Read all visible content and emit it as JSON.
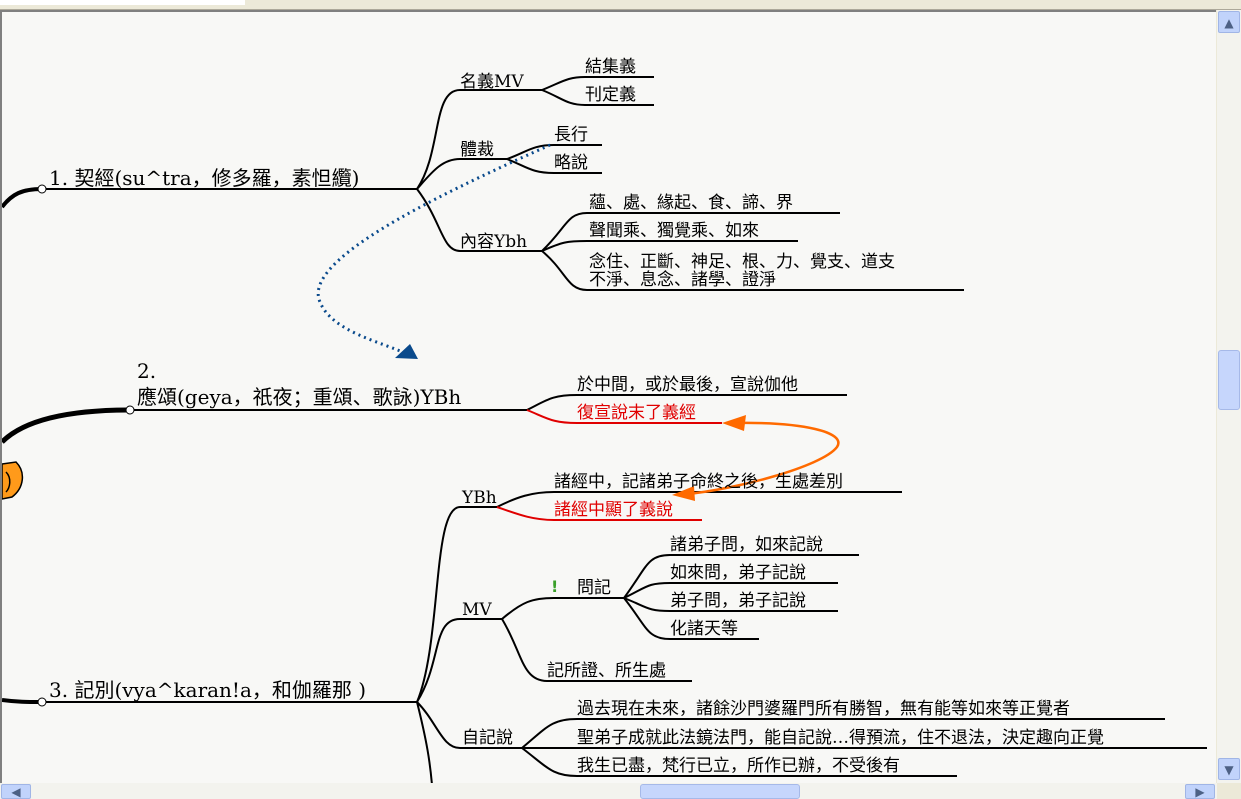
{
  "mindmap": {
    "node1": {
      "label": "1. 契經(su^tra，修多羅，素怛纜)",
      "children": [
        {
          "label": "名義MV",
          "children": [
            "結集義",
            "刊定義"
          ]
        },
        {
          "label": "體裁",
          "children": [
            "長行",
            "略說"
          ]
        },
        {
          "label": "內容Ybh",
          "children": [
            "蘊、處、緣起、食、諦、界",
            "聲聞乘、獨覺乘、如來",
            "念住、正斷、神足、根、力、覺支、道支\n不淨、息念、諸學、證淨"
          ]
        }
      ]
    },
    "node2": {
      "number": "2.",
      "label": "應頌(geya，祇夜；重頌、歌詠)YBh",
      "children": [
        "於中間，或於最後，宣說伽他",
        "復宣說末了義經"
      ]
    },
    "node3": {
      "label": "3. 記別(vya^karan!a，和伽羅那 )",
      "children": [
        {
          "label": "YBh",
          "children": [
            "諸經中，記諸弟子命終之後，生處差別",
            "諸經中顯了義說"
          ]
        },
        {
          "label": "MV",
          "children": [
            {
              "label": "問記",
              "children": [
                "諸弟子問，如來記說",
                "如來問，弟子記說",
                "弟子問，弟子記說",
                "化諸天等"
              ]
            },
            {
              "label": "記所證、所生處"
            }
          ]
        },
        {
          "label": "自記說",
          "children": [
            "過去現在未來，諸餘沙門婆羅門所有勝智，無有能等如來等正覺者",
            "聖弟子成就此法鏡法門，能自記說…得預流，住不退法，決定趣向正覺",
            "我生已盡，梵行已立，所作已辦，不受後有"
          ]
        }
      ]
    }
  },
  "colors": {
    "edge": "#000000",
    "red_node": "#e00000",
    "blue_link": "#0a4a8c",
    "orange_link": "#ff6a00",
    "canvas": "#f8f8f6"
  }
}
